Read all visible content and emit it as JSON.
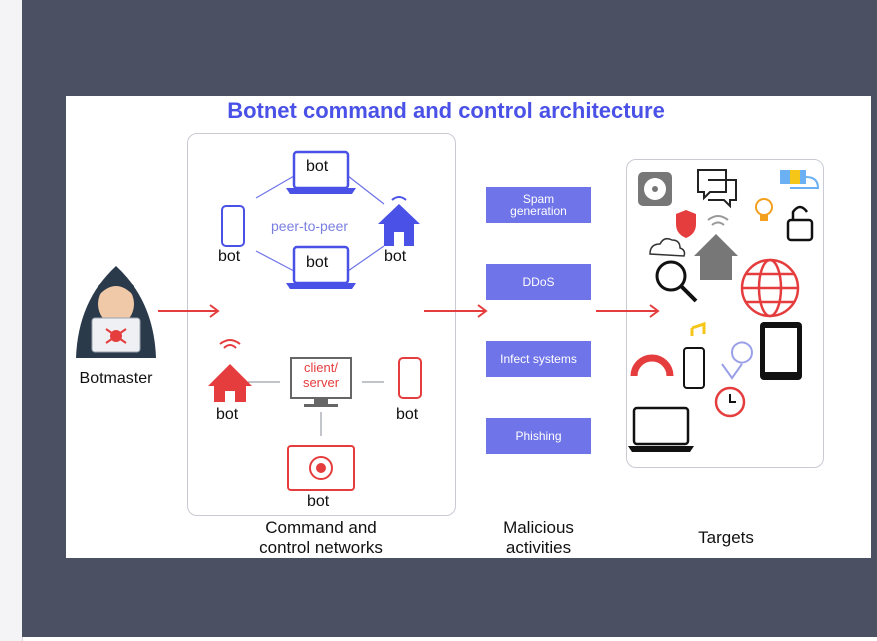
{
  "title": "Botnet command and control architecture",
  "botmaster": {
    "label": "Botmaster"
  },
  "p2p": {
    "label": "peer-to-peer",
    "bot_top": "bot",
    "bot_bottom": "bot",
    "bot_left": "bot",
    "bot_right": "bot"
  },
  "client_server": {
    "label": "client/\nserver",
    "bot_left": "bot",
    "bot_right": "bot",
    "bot_bottom": "bot"
  },
  "activities": [
    {
      "label": "Spam\ngeneration"
    },
    {
      "label": "DDoS"
    },
    {
      "label": "Infect systems"
    },
    {
      "label": "Phishing"
    }
  ],
  "captions": {
    "cc": "Command and\ncontrol networks",
    "malicious": "Malicious\nactivities",
    "targets": "Targets"
  },
  "colors": {
    "accent": "#4a51e6",
    "red": "#e53d3d",
    "activity_fill": "#6f74e8",
    "background": "#4b5063"
  }
}
